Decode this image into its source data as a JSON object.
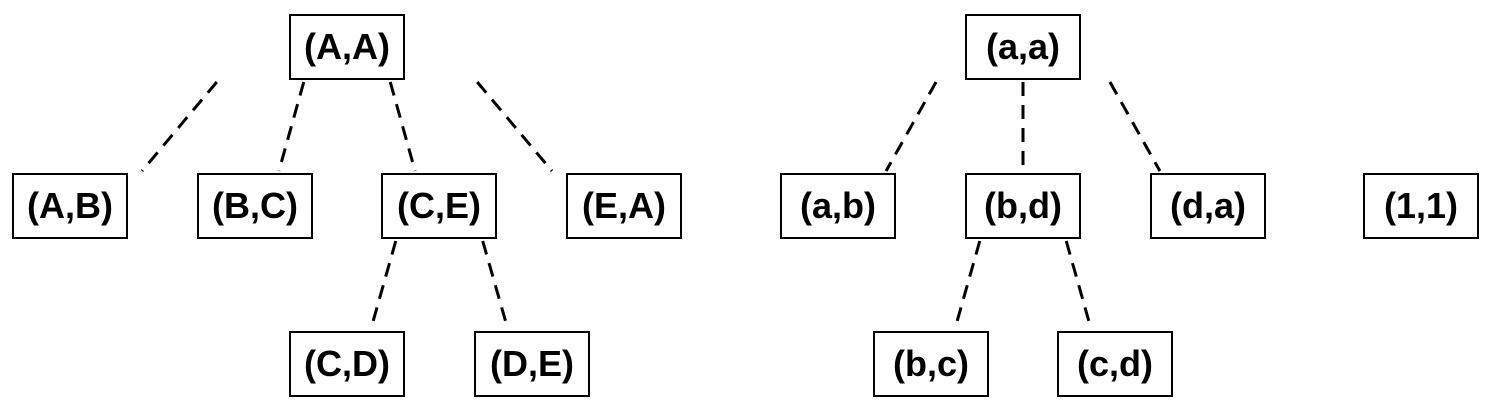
{
  "trees": [
    {
      "nodes": [
        {
          "id": "AA",
          "label": "(A,A)"
        },
        {
          "id": "AB",
          "label": "(A,B)"
        },
        {
          "id": "BC",
          "label": "(B,C)"
        },
        {
          "id": "CE",
          "label": "(C,E)"
        },
        {
          "id": "EA",
          "label": "(E,A)"
        },
        {
          "id": "CD",
          "label": "(C,D)"
        },
        {
          "id": "DE",
          "label": "(D,E)"
        }
      ],
      "edges": [
        [
          "AA",
          "AB"
        ],
        [
          "AA",
          "BC"
        ],
        [
          "AA",
          "CE"
        ],
        [
          "AA",
          "EA"
        ],
        [
          "CE",
          "CD"
        ],
        [
          "CE",
          "DE"
        ]
      ]
    },
    {
      "nodes": [
        {
          "id": "aa",
          "label": "(a,a)"
        },
        {
          "id": "ab",
          "label": "(a,b)"
        },
        {
          "id": "bd",
          "label": "(b,d)"
        },
        {
          "id": "da",
          "label": "(d,a)"
        },
        {
          "id": "bc",
          "label": "(b,c)"
        },
        {
          "id": "cd",
          "label": "(c,d)"
        }
      ],
      "edges": [
        [
          "aa",
          "ab"
        ],
        [
          "aa",
          "bd"
        ],
        [
          "aa",
          "da"
        ],
        [
          "bd",
          "bc"
        ],
        [
          "bd",
          "cd"
        ]
      ]
    },
    {
      "nodes": [
        {
          "id": "11",
          "label": "(1,1)"
        }
      ],
      "edges": []
    }
  ]
}
